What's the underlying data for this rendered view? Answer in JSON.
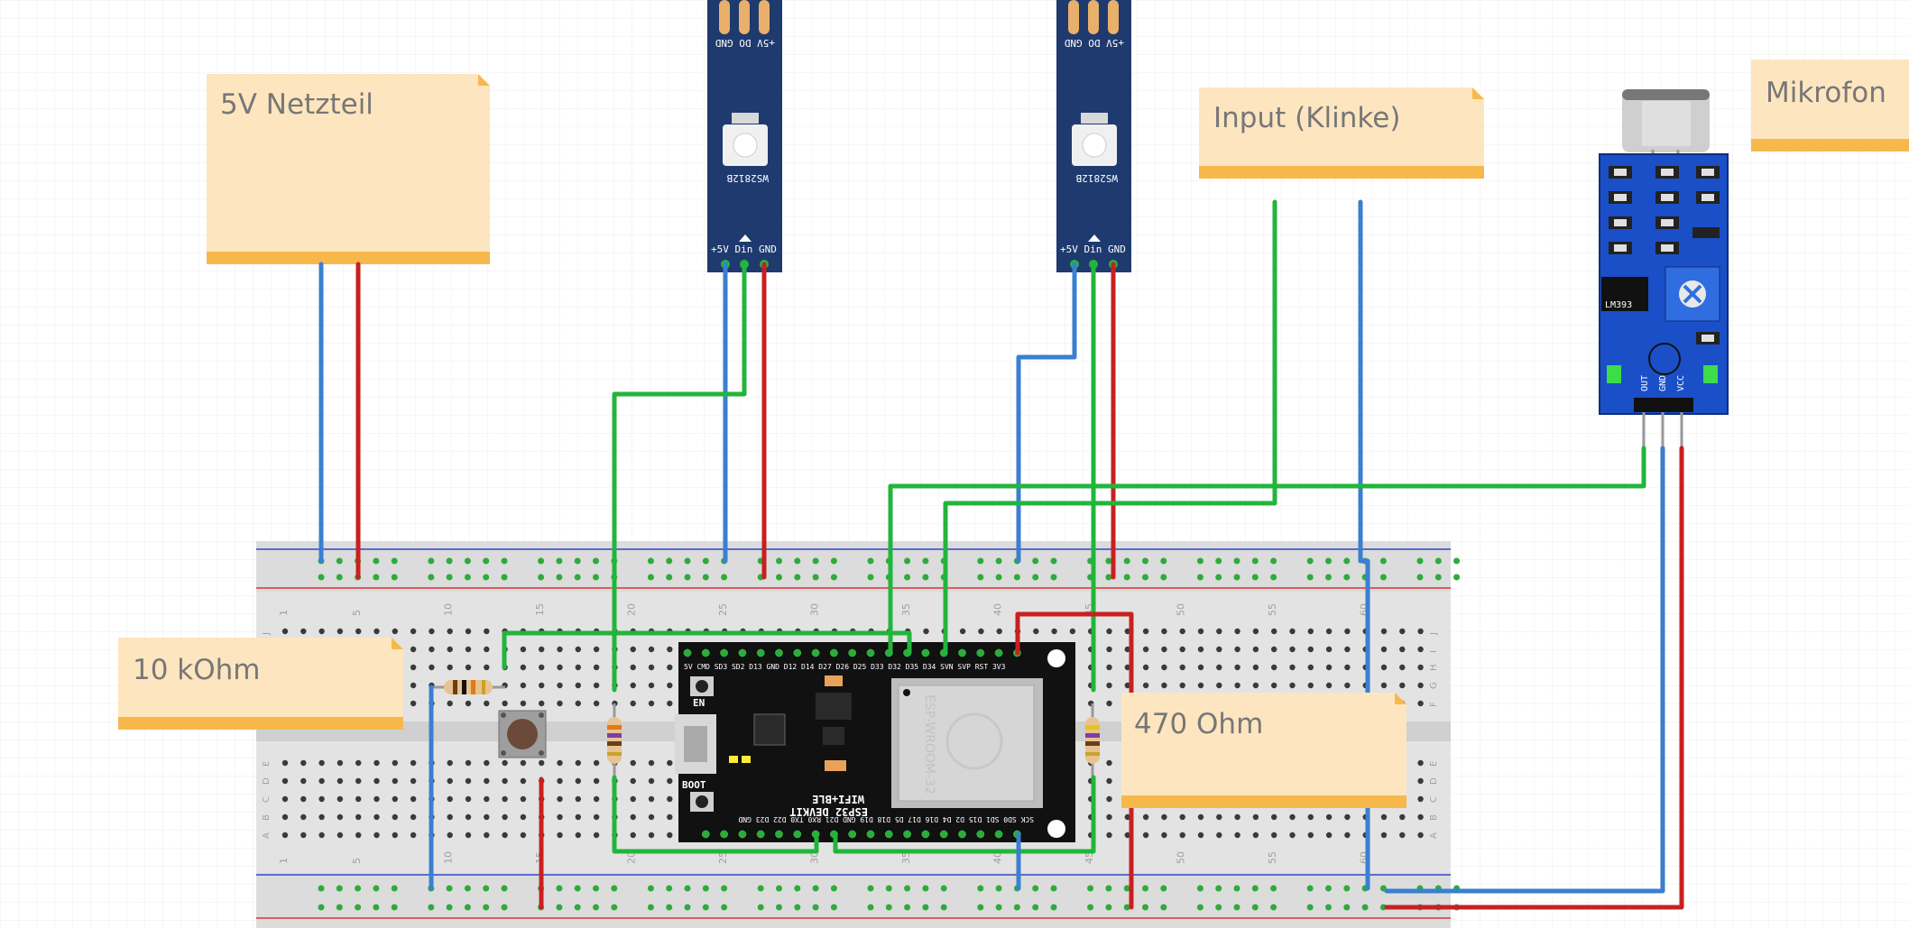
{
  "notes": {
    "power_supply": "5V Netzteil",
    "input_jack": "Input (Klinke)",
    "microphone": "Mikrofon",
    "resistor_10k": "10 kOhm",
    "resistor_470": "470 Ohm"
  },
  "led_strip": {
    "chip_label": "WS2812B",
    "top_pins": "+5V  DO  GND",
    "bottom_pins": "+5V  Din  GND"
  },
  "esp32": {
    "module_label": "ESP-WROOM-32",
    "board_label_1": "WIFI+BLE",
    "board_label_2": "ESP32 DEVKIT",
    "en_label": "EN",
    "boot_label": "BOOT",
    "top_pins": "5V CMD SD3 SD2 D13 GND D12 D14 D27 D26 D25 D33 D32 D35 D34 SVN SVP RST 3V3",
    "bottom_pins": "SCK SD0 SD1 D15 D2 D4 D16 D17 D5 D18 D19 GND D21 RX0 TX0 D22 D23 GND"
  },
  "mic_module": {
    "chip_label": "LM393",
    "pins": [
      "OUT",
      "GND",
      "VCC"
    ]
  },
  "breadboard": {
    "col_numbers": [
      "1",
      "5",
      "10",
      "15",
      "20",
      "25",
      "30",
      "35",
      "40",
      "45",
      "50",
      "55",
      "60"
    ],
    "row_letters_top": [
      "J",
      "I",
      "H",
      "G",
      "F"
    ],
    "row_letters_bottom": [
      "E",
      "D",
      "C",
      "B",
      "A"
    ]
  },
  "colors": {
    "wire_blue": "#3a7fd0",
    "wire_red": "#c8201f",
    "wire_green": "#22b53b",
    "note_fill": "#fde6bf",
    "note_bar": "#f7b84b",
    "pcb_blue": "#1f3a6e",
    "esp_black": "#111111"
  }
}
